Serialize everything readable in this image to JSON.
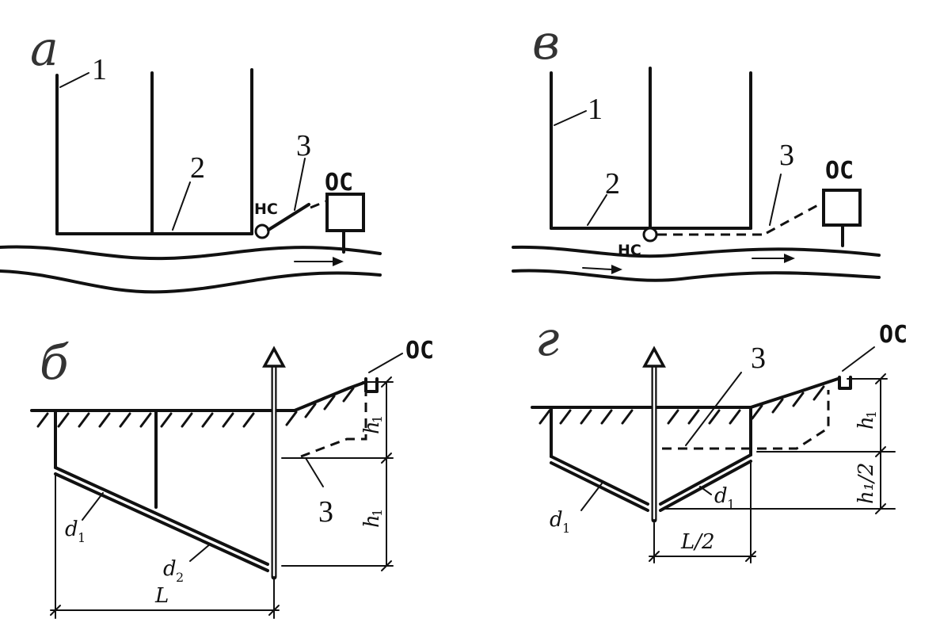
{
  "panels": {
    "a": {
      "letter": "а",
      "callout_1": "1",
      "callout_2": "2",
      "callout_3": "3",
      "pump_label": "НС",
      "plant_label": "ОС"
    },
    "v": {
      "letter": "в",
      "callout_1": "1",
      "callout_2": "2",
      "callout_3": "3",
      "pump_label": "НС",
      "plant_label": "ОС"
    },
    "b": {
      "letter": "б",
      "plant_label": "ОС",
      "callout_3": "3",
      "d1": "d",
      "d1_sub": "1",
      "d2": "d",
      "d2_sub": "2",
      "h1_top": "h",
      "h1_top_sub": "1",
      "h1_bottom": "h",
      "h1_bottom_sub": "1",
      "length": "L"
    },
    "g": {
      "letter": "г",
      "plant_label": "ОС",
      "callout_3": "3",
      "d1_left": "d",
      "d1_left_sub": "1",
      "d1_right": "d",
      "d1_right_sub": "1",
      "h1_top": "h",
      "h1_top_sub": "1",
      "h1_half": "h₁/2",
      "half_length": "L/2"
    }
  }
}
